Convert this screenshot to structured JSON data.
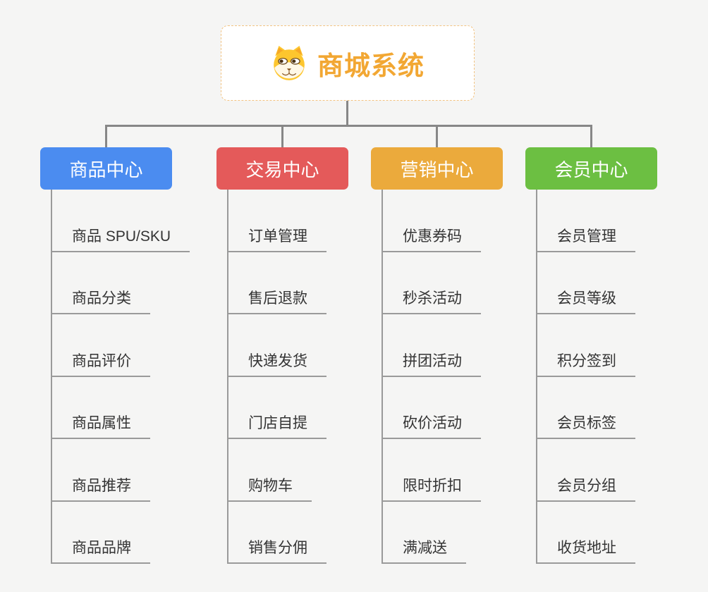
{
  "root": {
    "title": "商城系统",
    "icon": "doge-icon",
    "title_color": "#f2a733",
    "border_color": "#f2c382"
  },
  "connector_color": "#878787",
  "line_color": "#9a9a9a",
  "background_color": "#f5f5f4",
  "branches": [
    {
      "label": "商品中心",
      "color": "#4b8cf0",
      "items": [
        "商品 SPU/SKU",
        "商品分类",
        "商品评价",
        "商品属性",
        "商品推荐",
        "商品品牌"
      ]
    },
    {
      "label": "交易中心",
      "color": "#e45a5a",
      "items": [
        "订单管理",
        "售后退款",
        "快递发货",
        "门店自提",
        "购物车",
        "销售分佣"
      ]
    },
    {
      "label": "营销中心",
      "color": "#ebaa3c",
      "items": [
        "优惠券码",
        "秒杀活动",
        "拼团活动",
        "砍价活动",
        "限时折扣",
        "满减送"
      ]
    },
    {
      "label": "会员中心",
      "color": "#6cbf42",
      "items": [
        "会员管理",
        "会员等级",
        "积分签到",
        "会员标签",
        "会员分组",
        "收货地址"
      ]
    }
  ]
}
